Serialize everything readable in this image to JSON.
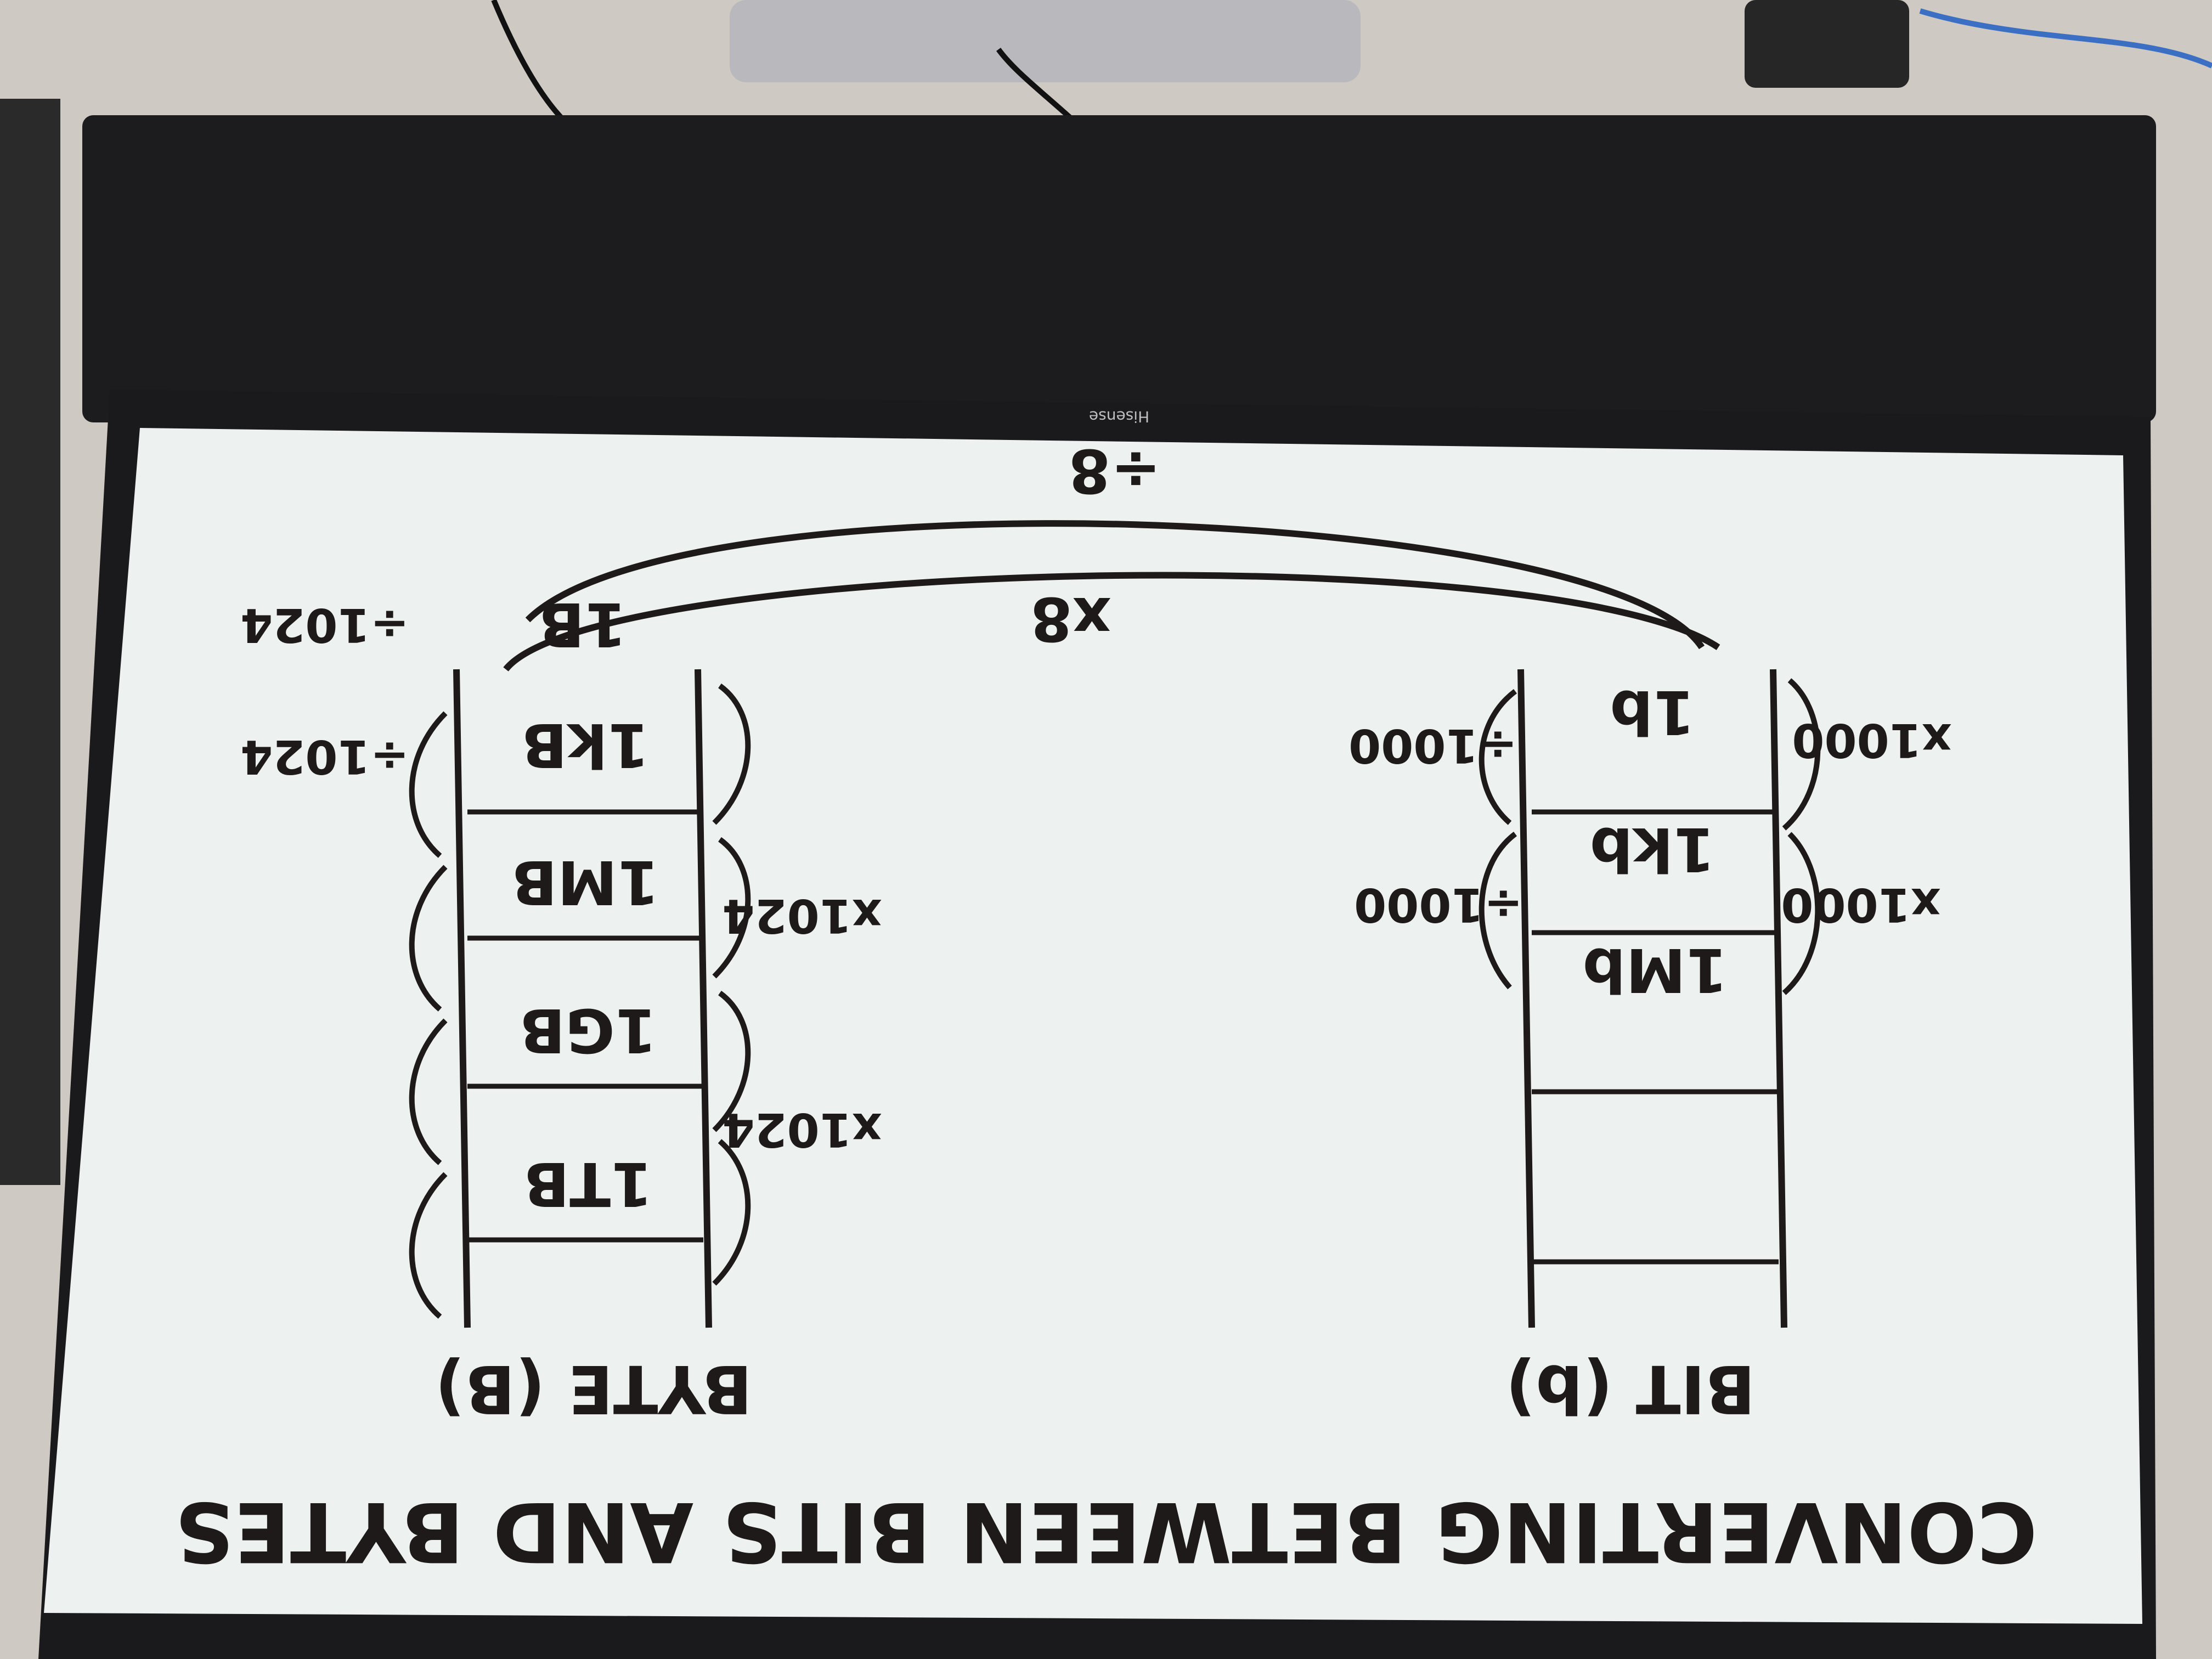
{
  "title": "CONVERTING BETWEEN BITS AND BYTES",
  "tv_brand": "Hisense",
  "colors": {
    "ink": "#1f1a1a",
    "bit_heading": "#19b58a",
    "byte_heading": "#2f62d6",
    "board": "#edf1f0",
    "frame": "#1a1a1c"
  },
  "bit_column": {
    "heading": "BIT (b)",
    "cells": [
      "1b",
      "1kb",
      "1Mb",
      "",
      ""
    ],
    "down_ops": [
      "÷1000",
      "÷1000"
    ],
    "up_ops": [
      "x1000",
      "x1000"
    ]
  },
  "byte_column": {
    "heading": "BYTE (B)",
    "cells": [
      "1B",
      "1kB",
      "1MB",
      "1GB",
      "1TB"
    ],
    "down_ops": [
      "÷1024",
      "÷1024"
    ],
    "up_ops": [
      "x1024",
      "x1024"
    ]
  },
  "between": {
    "bit_to_byte": "÷8",
    "byte_to_bit": "x8"
  }
}
